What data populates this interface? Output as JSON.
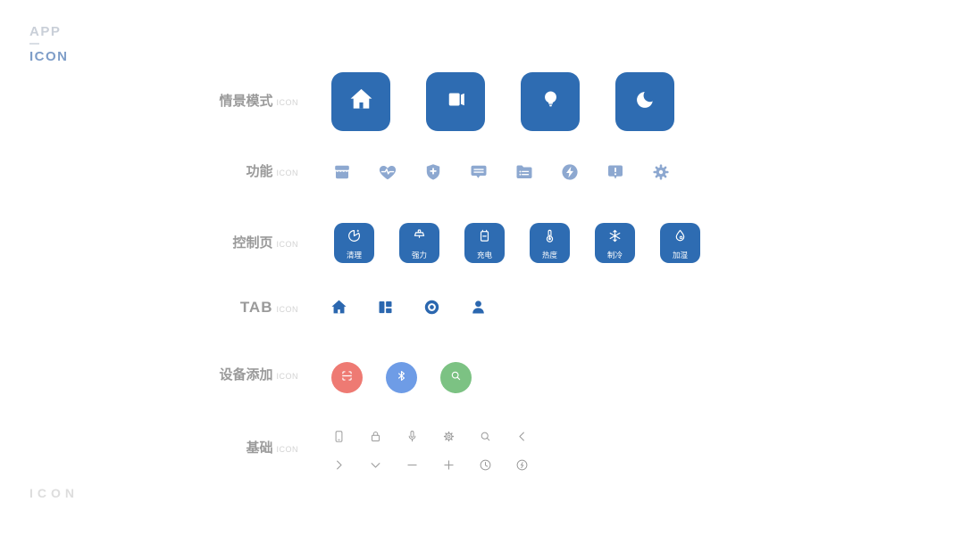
{
  "brand": {
    "top_line": "APP",
    "top_word": "ICON",
    "bottom_word": "ICON"
  },
  "rows": {
    "scene": {
      "label": "情景模式",
      "suffix": "ICON"
    },
    "feature": {
      "label": "功能",
      "suffix": "ICON"
    },
    "control": {
      "label": "控制页",
      "suffix": "ICON"
    },
    "tab": {
      "label": "TAB",
      "suffix": "ICON"
    },
    "device": {
      "label": "设备添加",
      "suffix": "ICON"
    },
    "basic": {
      "label": "基础",
      "suffix": "ICON"
    }
  },
  "scene_icons": [
    "home-icon",
    "door-open-icon",
    "bulb-icon",
    "moon-icon"
  ],
  "feature_icons": [
    "storage-box-icon",
    "health-heart-icon",
    "shield-plus-icon",
    "message-icon",
    "file-list-icon",
    "energy-bolt-icon",
    "alert-bubble-icon",
    "gear-icon"
  ],
  "control_buttons": [
    {
      "icon": "clean-timer-icon",
      "label": "清理"
    },
    {
      "icon": "power-brush-icon",
      "label": "强力"
    },
    {
      "icon": "battery-icon",
      "label": "充电"
    },
    {
      "icon": "thermometer-icon",
      "label": "热度"
    },
    {
      "icon": "snowflake-icon",
      "label": "制冷"
    },
    {
      "icon": "droplet-icon",
      "label": "加湿"
    }
  ],
  "tab_icons": [
    "home-icon",
    "dashboard-icon",
    "smart-ring-icon",
    "profile-icon"
  ],
  "device_icons": [
    "scan-icon",
    "bluetooth-icon",
    "search-icon"
  ],
  "basic_icons_row1": [
    "phone-icon",
    "lock-icon",
    "microphone-icon",
    "gear-outline-icon",
    "search-icon",
    "chevron-left-icon"
  ],
  "basic_icons_row2": [
    "chevron-right-icon",
    "chevron-down-icon",
    "minus-icon",
    "plus-icon",
    "clock-icon",
    "power-circle-icon"
  ],
  "colors": {
    "primary_blue": "#2e6cb2",
    "light_blue": "#8da8d0",
    "tab_blue": "#2b67af",
    "scan_red": "#ee7a73",
    "bluetooth_blue": "#6e9ce6",
    "search_green": "#7cc283",
    "basic_gray": "#9b9b9b",
    "label_gray": "#9a9a9a"
  }
}
